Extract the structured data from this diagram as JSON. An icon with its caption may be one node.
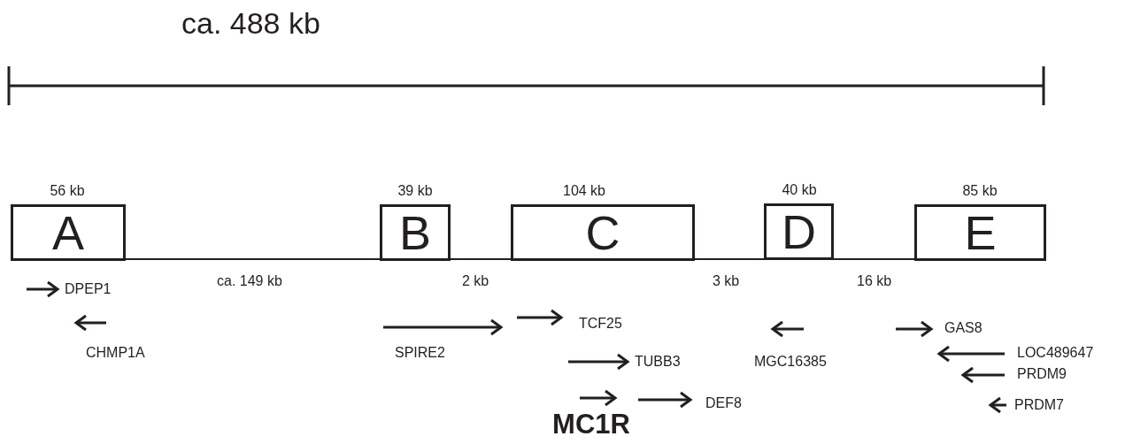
{
  "diagram": {
    "nodes": [
      {
        "text": [
          "A"
        ],
        "beside": [
          "56 kb"
        ]
      },
      {
        "text": [
          "B"
        ],
        "beside": [
          "39 kb"
        ]
      },
      {
        "text": [
          "C"
        ],
        "beside": [
          "104 kb"
        ]
      },
      {
        "text": [
          "D"
        ],
        "beside": [
          "40 kb"
        ]
      },
      {
        "text": [
          "E"
        ],
        "beside": [
          "85 kb"
        ]
      }
    ],
    "edges": [
      {
        "from": 0,
        "to": 1,
        "arrow": "none"
      },
      {
        "from": 1,
        "to": 2,
        "arrow": "none"
      },
      {
        "from": 2,
        "to": 3,
        "arrow": "none"
      },
      {
        "from": 3,
        "to": 4,
        "arrow": "none"
      }
    ],
    "labels": [
      "ca. 488 kb",
      "ca. 149 kb",
      "2 kb",
      "3 kb",
      "16 kb",
      "DPEP1",
      "TCF25",
      "GAS8",
      "CHMP1A",
      "SPIRE2",
      "TUBB3",
      "MGC16385",
      "LOC489647",
      "PRDM9",
      "DEF8",
      "PRDM7",
      "MC1R"
    ]
  }
}
